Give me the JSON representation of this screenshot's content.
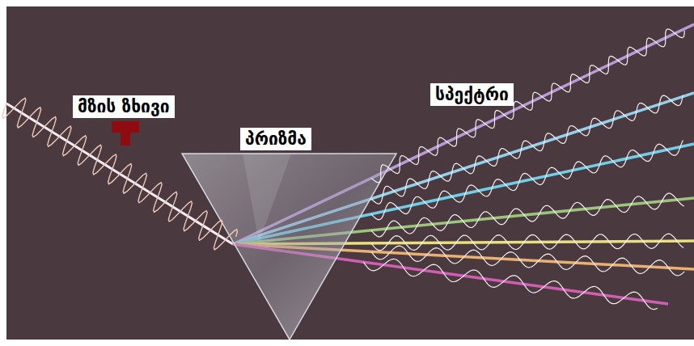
{
  "diagram": {
    "labels": [
      "მზის ზხივი",
      "პრიზმა",
      "სპექტრი"
    ]
  }
}
